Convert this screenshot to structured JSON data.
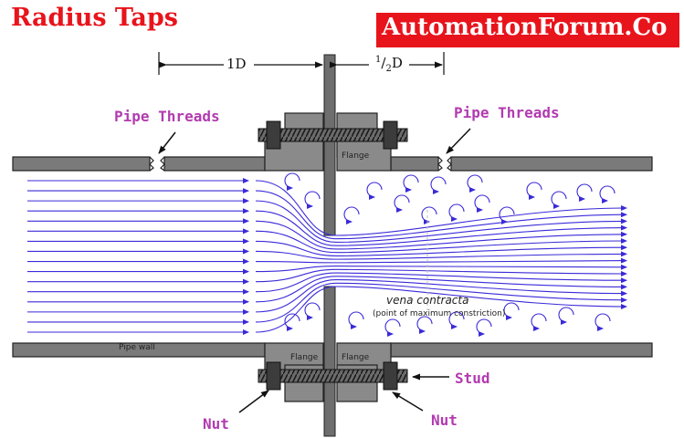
{
  "title": "Radius Taps",
  "brand": "AutomationForum.Co",
  "labels": {
    "pipe_threads_left": "Pipe Threads",
    "pipe_threads_right": "Pipe Threads",
    "flange_top": "Flange",
    "flange_bottom_left": "Flange",
    "flange_bottom_right": "Flange",
    "pipe_wall": "Pipe wall",
    "stud": "Stud",
    "nut_left": "Nut",
    "nut_right": "Nut",
    "vena_contracta": "vena contracta",
    "vena_contracta_note": "(point of maximum constriction)"
  },
  "dimensions": {
    "upstream": "1D",
    "downstream_num": "1",
    "downstream_den": "2",
    "downstream_unit": "D"
  },
  "colors": {
    "title": "#e8141c",
    "brand_bg": "#e8141c",
    "callout": "#b23ab0",
    "flow": "#3a2ad8",
    "pipe": "#777777"
  }
}
